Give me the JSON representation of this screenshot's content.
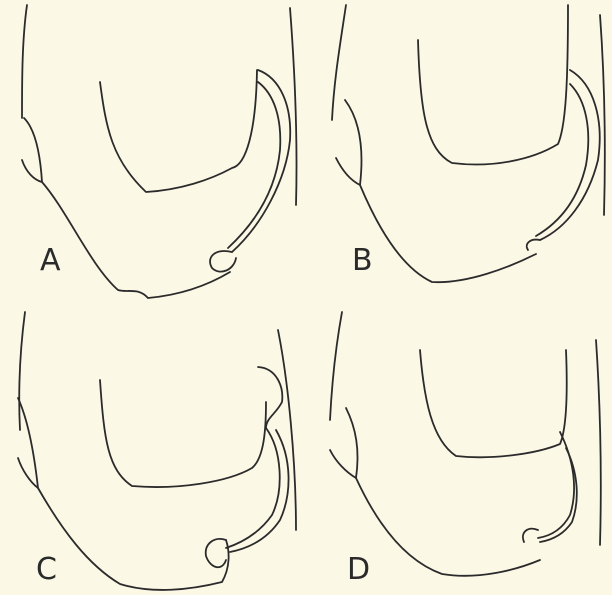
{
  "panels": [
    {
      "label": "A"
    },
    {
      "label": "B"
    },
    {
      "label": "C"
    },
    {
      "label": "D"
    }
  ],
  "ink_color": "#2b2b2b",
  "paper_color": "#fbf8e6"
}
